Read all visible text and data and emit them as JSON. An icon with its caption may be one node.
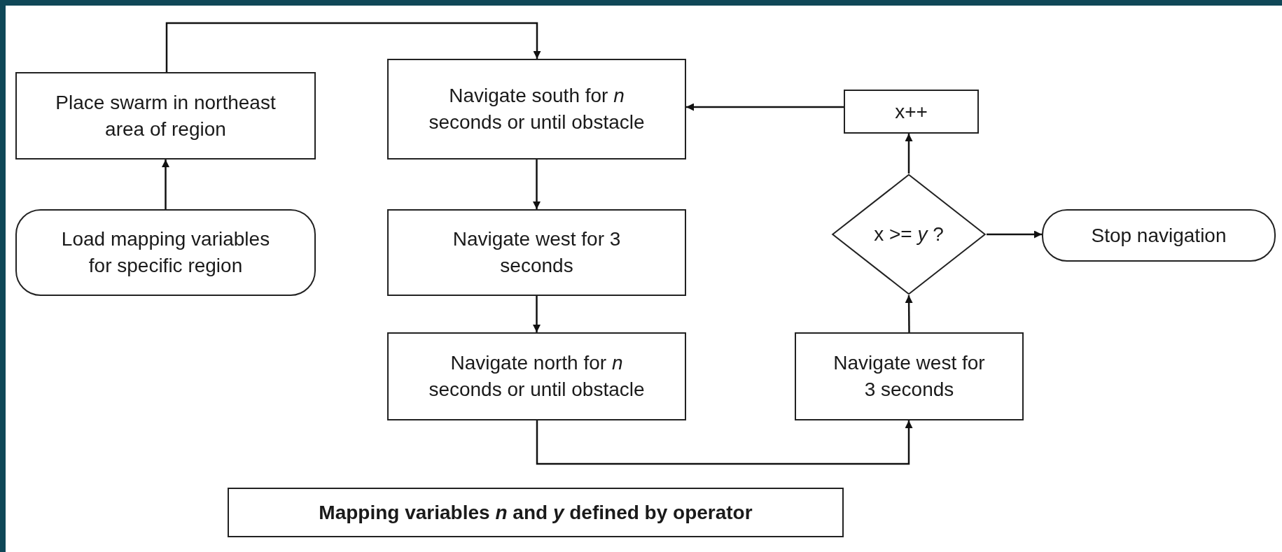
{
  "diagram": {
    "nodes": [
      {
        "text": [
          "Place swarm in northeast area of region"
        ]
      },
      {
        "text": [
          "Load mapping variables for specific region"
        ]
      },
      {
        "text": [
          "Navigate south for *n* seconds or until obstacle"
        ]
      },
      {
        "text": [
          "Navigate west for 3 seconds"
        ]
      },
      {
        "text": [
          "Navigate north for *n* seconds or until obstacle"
        ]
      },
      {
        "text": [
          "Navigate west for 3 seconds"
        ]
      },
      {
        "text": [
          "x >= *y* ?"
        ]
      },
      {
        "text": [
          "x++"
        ]
      },
      {
        "text": [
          "Stop navigation"
        ]
      },
      {
        "text": [
          "Mapping variables *n* and *y* defined by operator"
        ]
      }
    ],
    "edges": [
      {
        "from": 1,
        "to": 0,
        "arrow": "to"
      },
      {
        "from": 0,
        "to": 2,
        "arrow": "to"
      },
      {
        "from": 2,
        "to": 3,
        "arrow": "to"
      },
      {
        "from": 3,
        "to": 4,
        "arrow": "to"
      },
      {
        "from": 4,
        "to": 5,
        "arrow": "to"
      },
      {
        "from": 5,
        "to": 6,
        "arrow": "to"
      },
      {
        "from": 6,
        "to": 7,
        "arrow": "to"
      },
      {
        "from": 6,
        "to": 8,
        "arrow": "to"
      },
      {
        "from": 7,
        "to": 2,
        "arrow": "to"
      }
    ]
  }
}
